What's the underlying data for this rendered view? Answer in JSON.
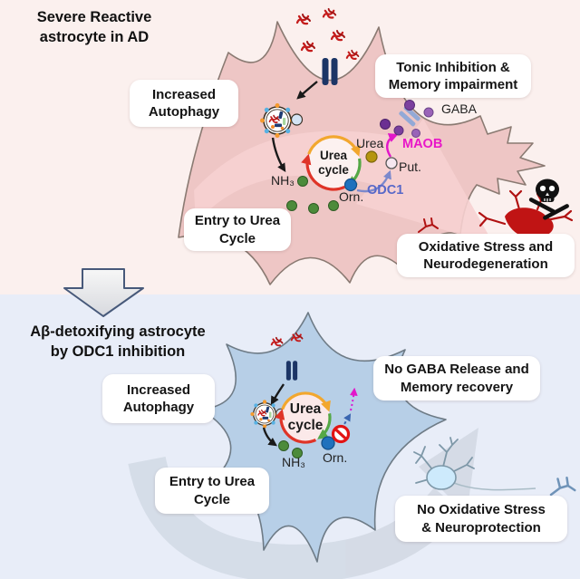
{
  "top_panel": {
    "title": "Severe Reactive\nastrocyte in AD",
    "boxes": {
      "increased_autophagy": "Increased\nAutophagy",
      "tonic_inhibition": "Tonic Inhibition &\nMemory impairment",
      "entry_urea_cycle": "Entry to Urea\nCycle",
      "oxidative_stress": "Oxidative Stress and\nNeurodegeneration"
    },
    "labels": {
      "gaba": "GABA",
      "maob": "MAOB",
      "odc1": "ODC1",
      "urea": "Urea",
      "putrescine": "Put.",
      "ornithine": "Orn.",
      "ammonia": "NH₃",
      "urea_cycle": "Urea\ncycle"
    }
  },
  "bottom_panel": {
    "title": "Aβ-detoxifying astrocyte\nby ODC1 inhibition",
    "boxes": {
      "increased_autophagy": "Increased\nAutophagy",
      "no_gaba": "No GABA Release and\nMemory recovery",
      "entry_urea_cycle": "Entry to Urea\nCycle",
      "no_oxidative": "No Oxidative Stress\n& Neuroprotection"
    },
    "labels": {
      "ornithine": "Orn.",
      "ammonia": "NH₃",
      "urea_cycle": "Urea\ncycle"
    }
  },
  "colors": {
    "top_bg": "#fbf0ee",
    "bottom_bg": "#e8edf8",
    "astrocyte_top_fill": "#eec6c5",
    "astrocyte_bottom_fill": "#b7cfe7",
    "pink_arrow": "#f6d0d0",
    "gray_arrow": "#d3dae5",
    "amyloid_red": "#c41c1c",
    "channel_navy": "#1c3566",
    "gaba_channel_blue": "#93a9d6",
    "gaba_purple": "#7b3f9e",
    "odc1_blue": "#5868c8",
    "maob_magenta": "#e817c8",
    "urea_gold": "#b5950f",
    "ornithine_blue": "#1f71bd",
    "putrescine_pale": "#f6e7f0",
    "ammonia_green": "#4c8b3b",
    "cycle_orange": "#f2a72e",
    "cycle_green": "#55a846",
    "cycle_red": "#df3428",
    "dying_neuron_red": "#c01414",
    "healthy_neuron_blue": "#cdeafc",
    "prohibition_red": "#e21414"
  }
}
